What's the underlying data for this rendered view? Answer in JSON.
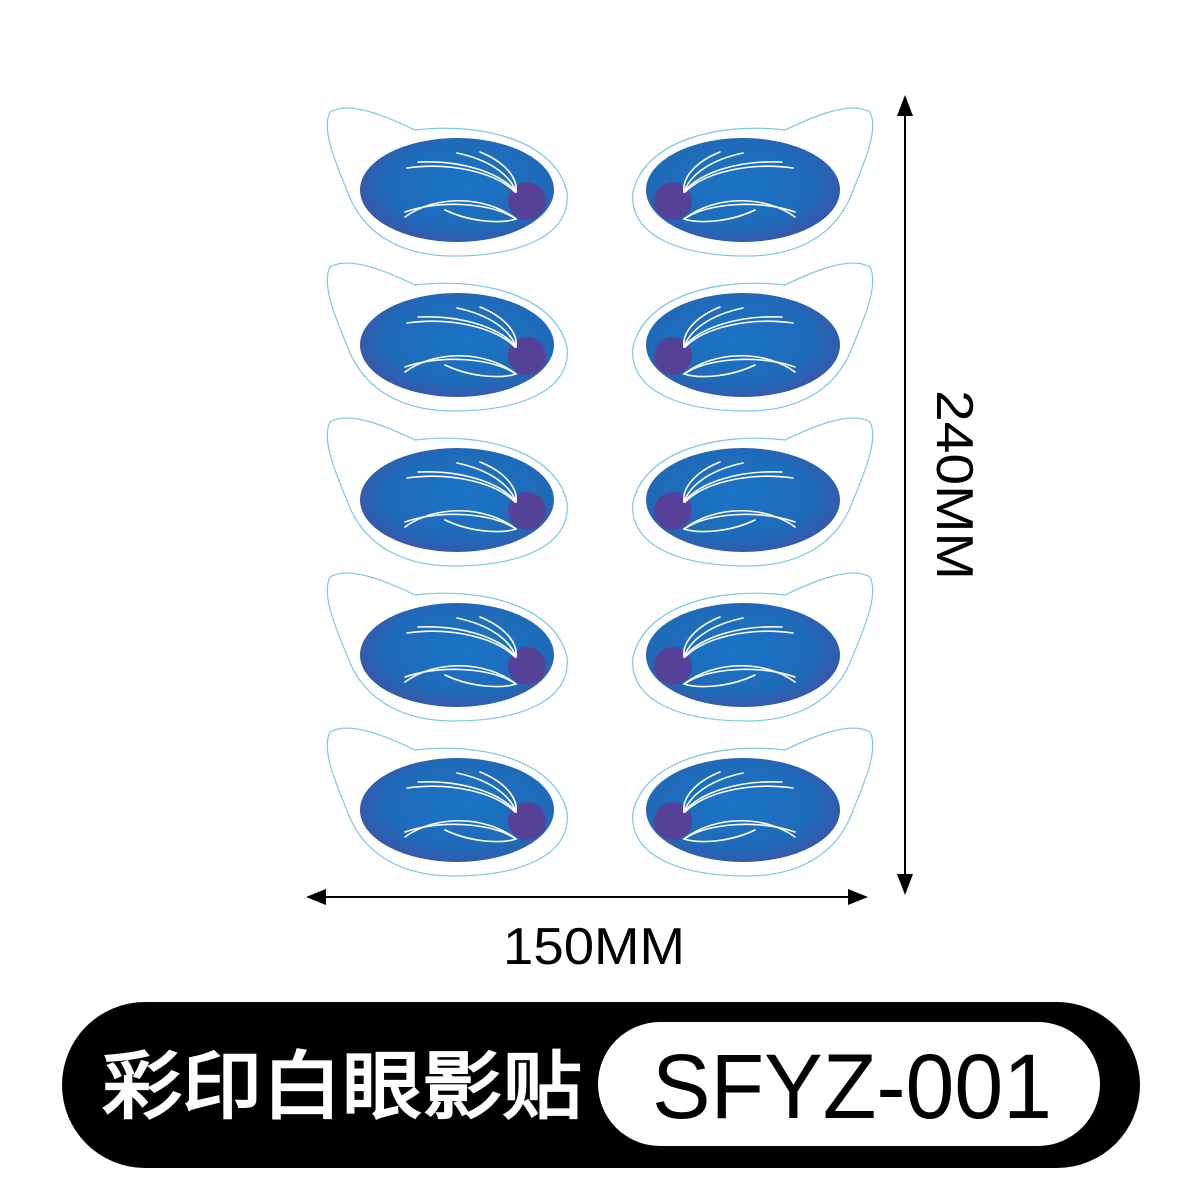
{
  "product": {
    "title": "彩印白眼影贴",
    "code": "SFYZ-001"
  },
  "dimensions": {
    "width_label": "150MM",
    "height_label": "240MM"
  },
  "sheet": {
    "rows": 5,
    "columns": 2,
    "sticker_color": "#1f6fc4",
    "accent_color": "#5a3f96",
    "cut_line_color": "#7cc6e8"
  },
  "colors": {
    "bar": "#000000",
    "code_pill": "#ffffff"
  }
}
